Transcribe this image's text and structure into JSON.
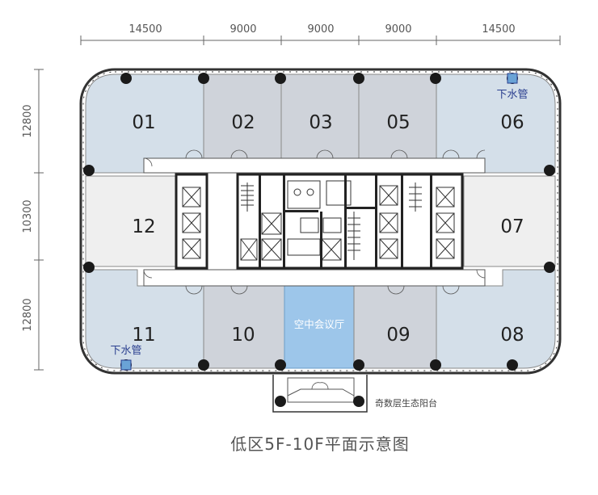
{
  "dimensions": {
    "top": [
      "14500",
      "9000",
      "9000",
      "9000",
      "14500"
    ],
    "left": [
      "12800",
      "10300",
      "12800"
    ]
  },
  "units": {
    "u01": "01",
    "u02": "02",
    "u03": "03",
    "u05": "05",
    "u06": "06",
    "u07": "07",
    "u08": "08",
    "u09": "09",
    "u10": "10",
    "u11": "11",
    "u12": "12"
  },
  "labels": {
    "downpipe_top": "下水管",
    "downpipe_bottom": "下水管",
    "sky_lobby": "空中会议厅",
    "eco_balcony": "奇数层生态阳台",
    "caption": "低区5F-10F平面示意图"
  },
  "colors": {
    "blue_unit": "#d4dfe9",
    "grey_unit": "#cfd3da",
    "side_unit": "#efefef",
    "sky_lobby": "#9dc6ea",
    "note_text": "#2a3f8f"
  }
}
